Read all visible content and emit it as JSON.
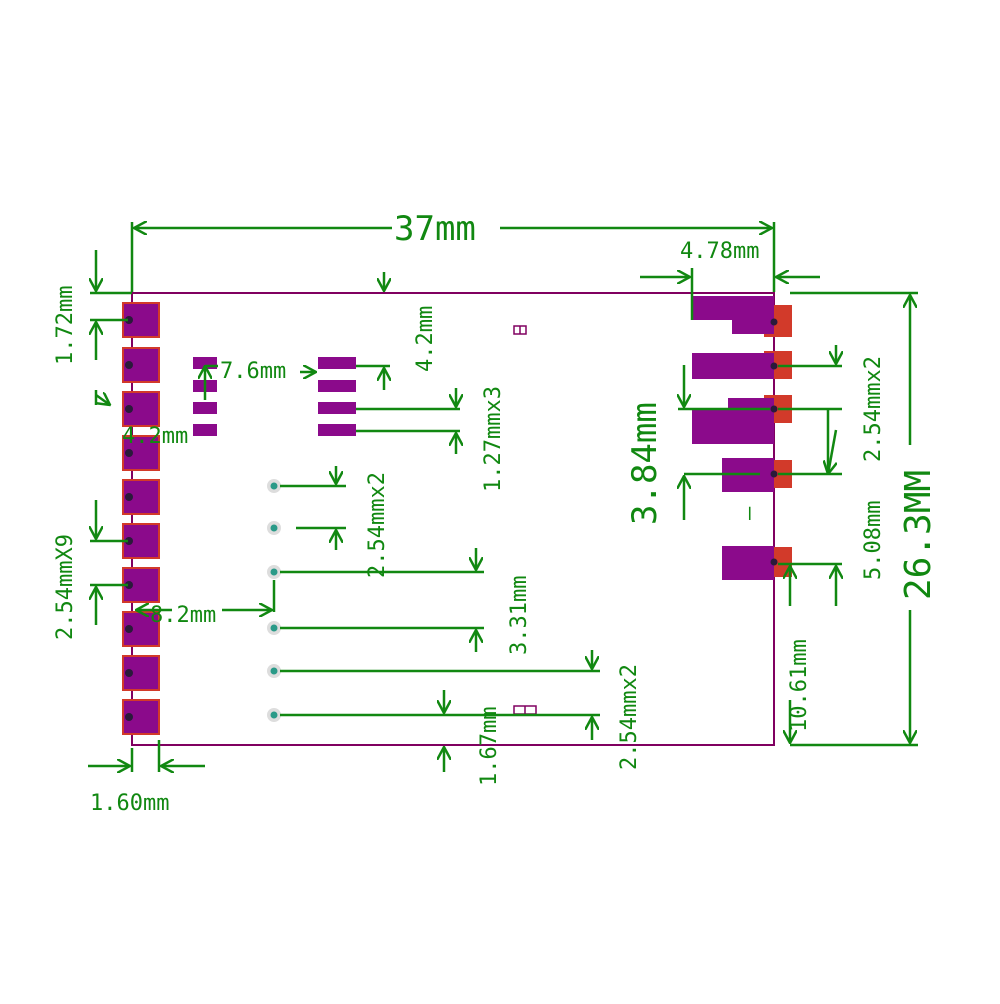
{
  "colors": {
    "dimension": "#118811",
    "pad": "#8b0a8b",
    "pad_edge": "#d23a2a",
    "outline": "#800060",
    "via": "#2a9a88",
    "background": "#ffffff"
  },
  "labels": {
    "width_overall": "37mm",
    "width_right_pads": "4.78mm",
    "height_overall": "26.3MM",
    "left_top_offset": "1.72mm",
    "left_pitch": "2.54mmX9",
    "left_pad_width": "1.60mm",
    "inner_pad_offset": "4.2mm",
    "small_header_gap": "7.6mm",
    "top_header_offset": "4.2mm",
    "top_header_pitch": "1.27mmx3",
    "via_pitch_top": "2.54mmx2",
    "left_to_vias": "8.2mm",
    "via_offset": "3.31mm",
    "via_pitch_bottom": "2.54mmx2",
    "bottom_offset": "1.67mm",
    "right_gap": "3.84mm",
    "right_pitch": "2.54mmx2",
    "right_lower_pitch": "5.08mm",
    "right_bottom_offset": "10.61mm",
    "marker_dash": "—"
  }
}
